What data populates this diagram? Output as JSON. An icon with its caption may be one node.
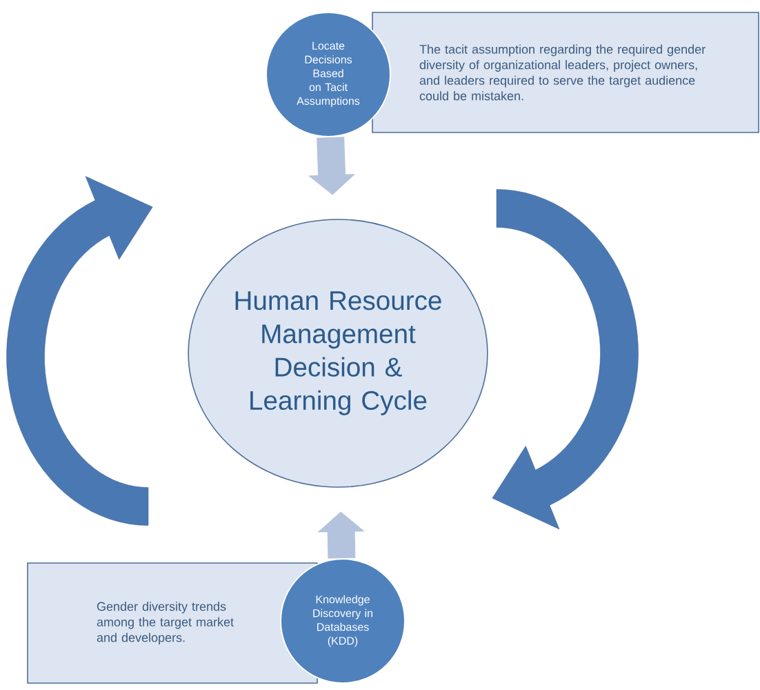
{
  "diagram": {
    "nodes": [
      {
        "text": [
          "The tacit assumption regarding the required gender diversity of organizational leaders, project owners, and leaders required to serve the target audience could be mistaken."
        ]
      },
      {
        "text": [
          "Locate Decisions Based on Tacit Assumptions"
        ]
      },
      {
        "text": [
          "Human Resource Management Decision & Learning Cycle"
        ]
      },
      {
        "text": [
          "Gender diversity trends among the target market and developers."
        ]
      },
      {
        "text": [
          "Knowledge Discovery in Databases (KDD)"
        ]
      }
    ],
    "edges": [
      {
        "from": 1,
        "to": 2,
        "arrow": "to"
      },
      {
        "from": 4,
        "to": 2,
        "arrow": "to"
      }
    ]
  }
}
